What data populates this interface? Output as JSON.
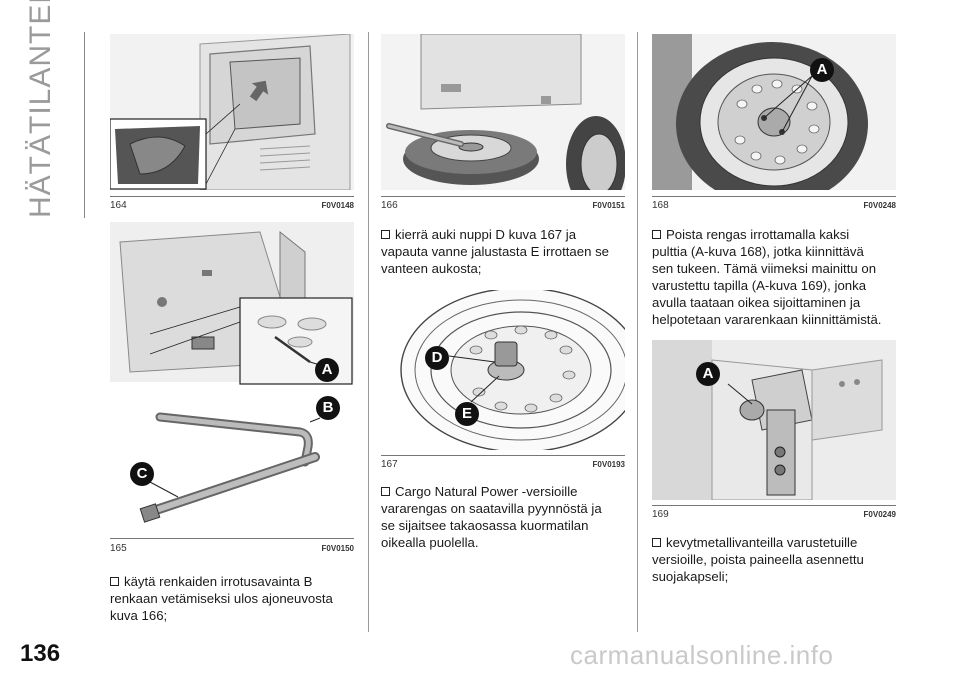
{
  "sidebar": {
    "section_title": "HÄTÄTILANTEET"
  },
  "page": {
    "number": "136",
    "watermark": "carmanualsonline.info"
  },
  "figures": [
    {
      "num": "164",
      "code": "F0V0148"
    },
    {
      "num": "165",
      "code": "F0V0150",
      "labels": [
        "A",
        "B",
        "C"
      ]
    },
    {
      "num": "166",
      "code": "F0V0151"
    },
    {
      "num": "167",
      "code": "F0V0193",
      "labels": [
        "D",
        "E"
      ]
    },
    {
      "num": "168",
      "code": "F0V0248",
      "labels": [
        "A"
      ]
    },
    {
      "num": "169",
      "code": "F0V0249",
      "labels": [
        "A"
      ]
    }
  ],
  "paragraphs": {
    "col1_p1": [
      "käytä renkaiden irrotusavainta B",
      "renkaan vetämiseksi ulos ajoneuvosta",
      "kuva 166;"
    ],
    "col2_p1": [
      "kierrä auki nuppi D kuva 167 ja",
      "vapauta vanne jalustasta E irrottaen se",
      "vanteen aukosta;"
    ],
    "col2_p2": [
      "Cargo Natural Power -versioille",
      "vararengas on saatavilla pyynnöstä ja",
      "se sijaitsee takaosassa kuormatilan",
      "oikealla puolella."
    ],
    "col3_p1": [
      "Poista rengas irrottamalla kaksi",
      "pulttia (A-kuva 168), jotka kiinnittävä",
      "sen tukeen. Tämä viimeksi mainittu on",
      "varustettu tapilla (A-kuva 169), jonka",
      "avulla taataan oikea sijoittaminen ja",
      "helpotetaan vararenkaan kiinnittämistä."
    ],
    "col3_p2": [
      "kevytmetallivanteilla varustetuille",
      "versioille, poista paineella asennettu",
      "suojakapseli;"
    ]
  }
}
